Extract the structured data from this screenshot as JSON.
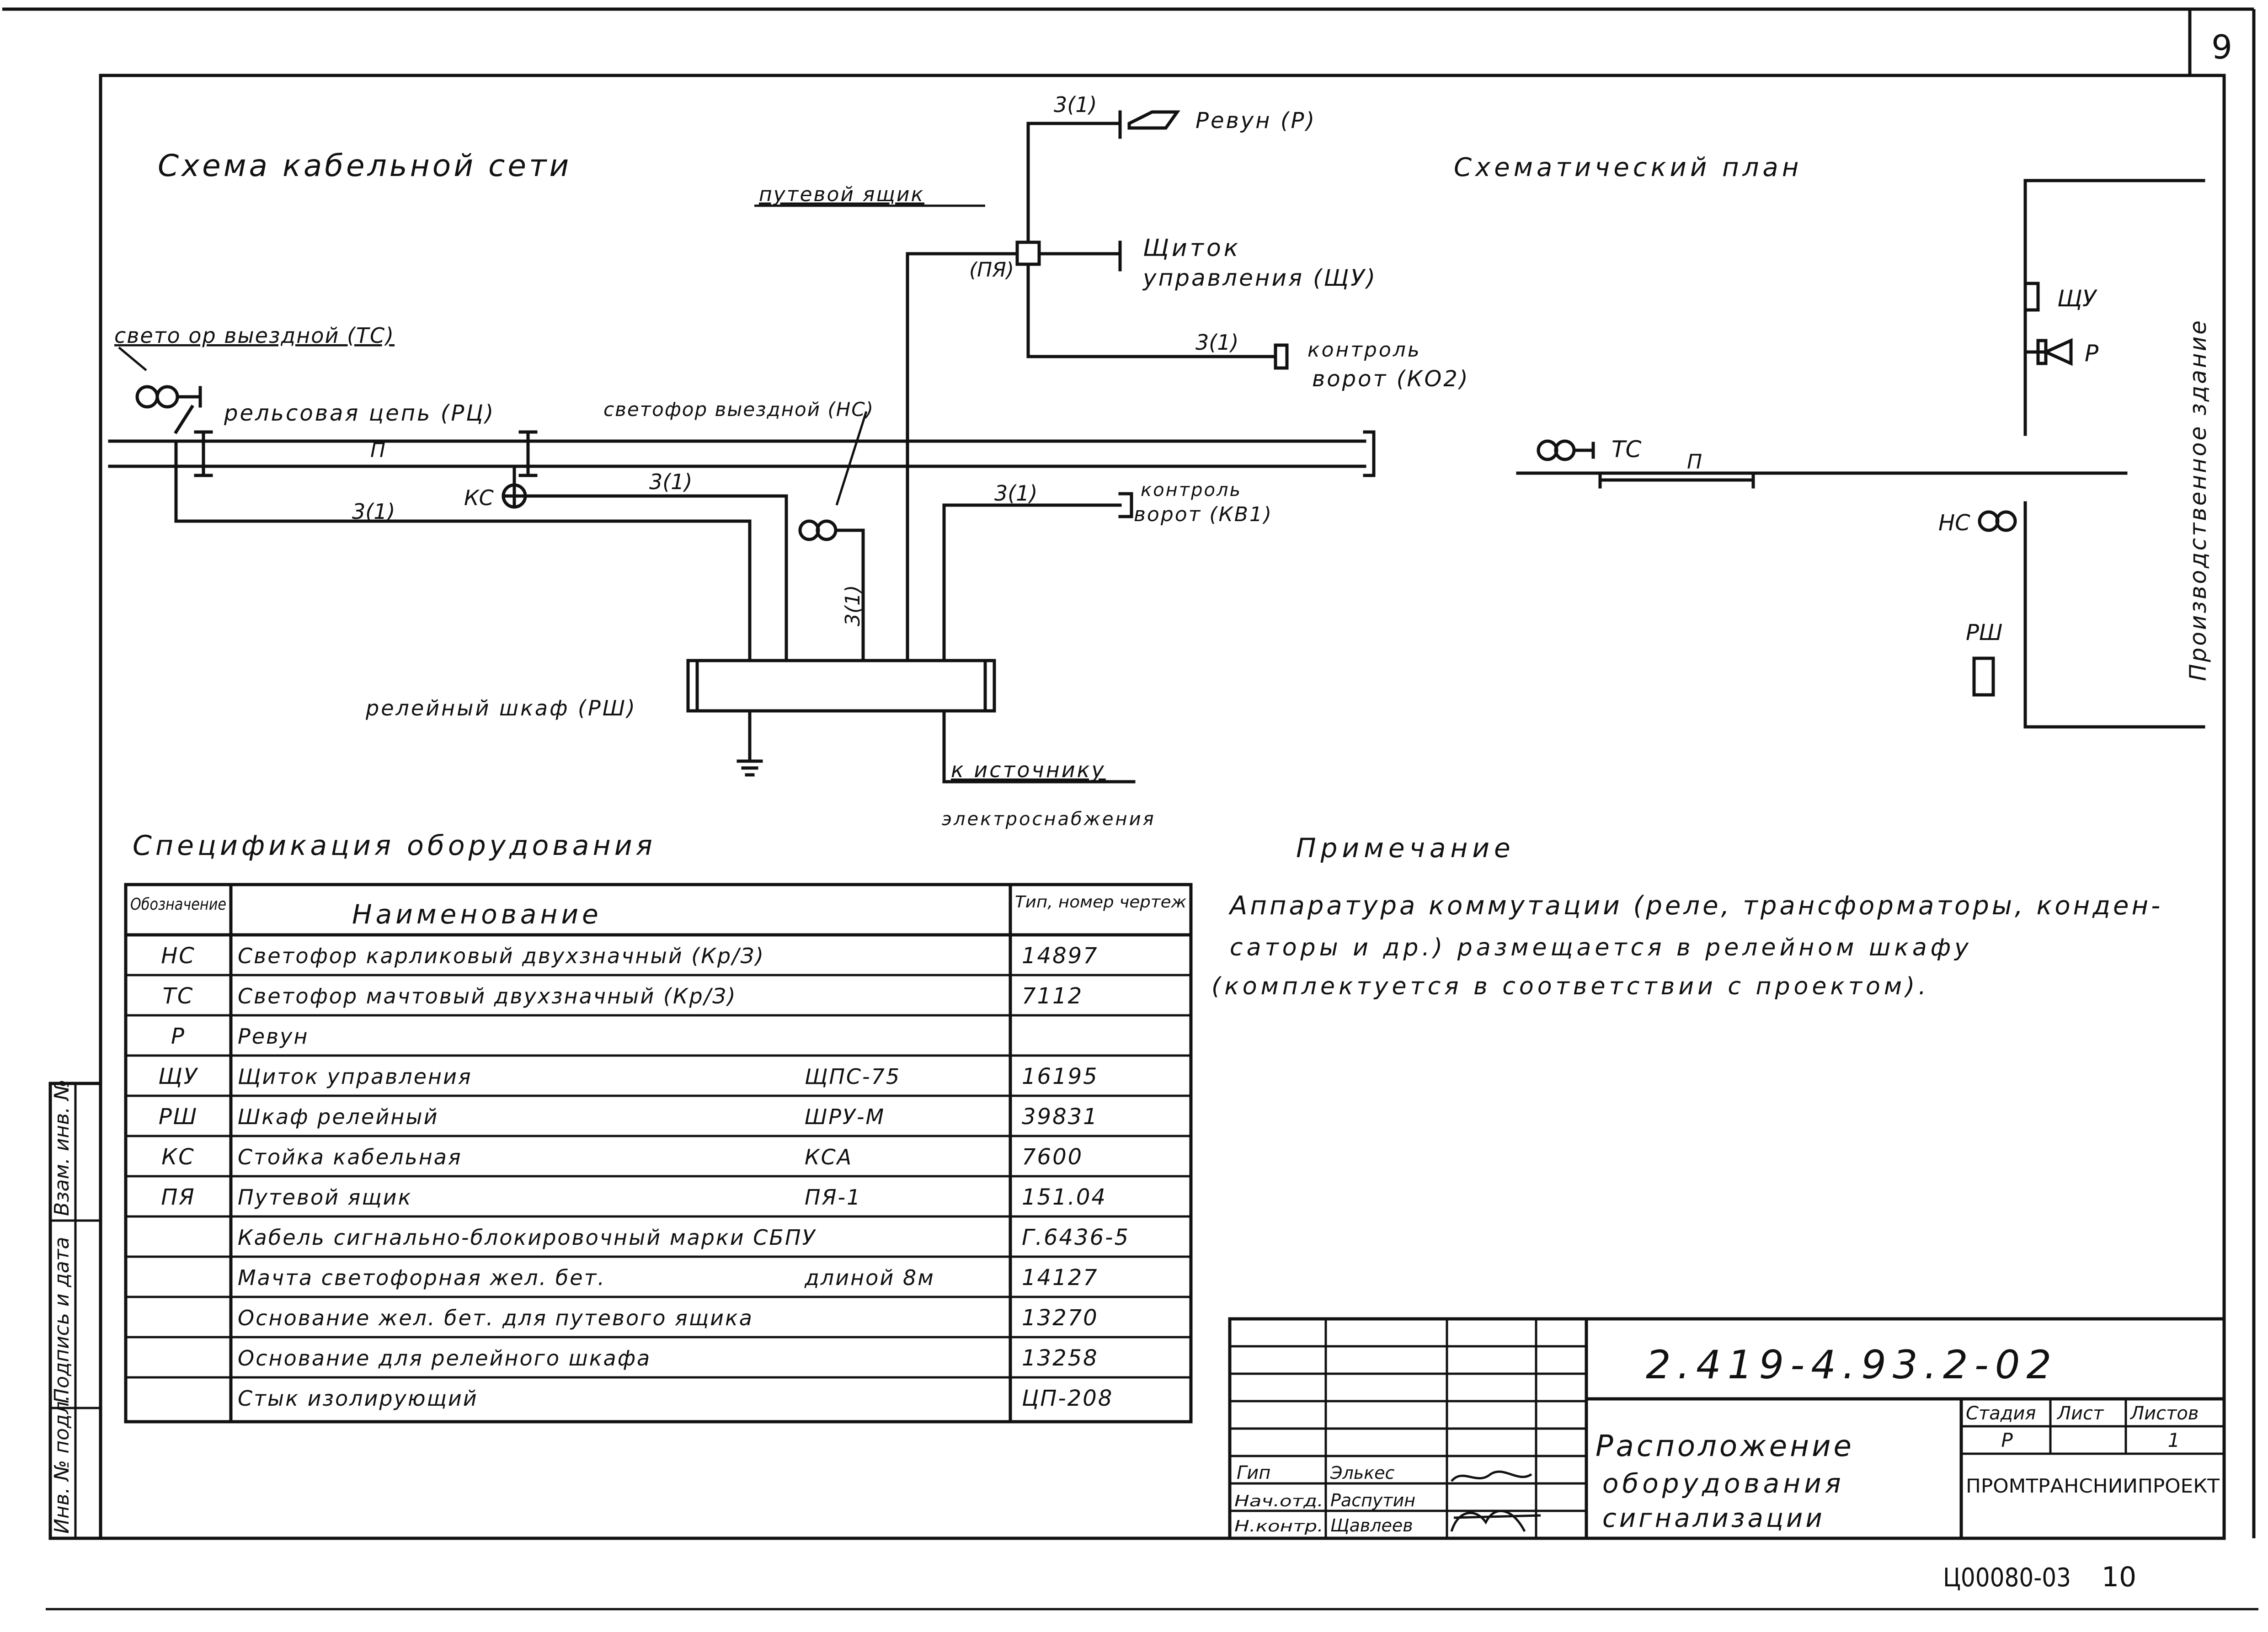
{
  "sheet": {
    "page_number": "9",
    "bottom_code": "Ц00080-03",
    "bottom_page": "10"
  },
  "titles": {
    "cable_network": "Схема кабельной сети",
    "schematic_plan": "Схематический план",
    "spec": "Спецификация оборудования",
    "note_heading": "Примечание"
  },
  "cable_diagram": {
    "revun": "Ревун (Р)",
    "track_box": "путевой ящик",
    "track_box_code": "(ПЯ)",
    "panel_line1": "Щиток",
    "panel_line2": "управления (ЩУ)",
    "gate_ko2_line1": "контроль",
    "gate_ko2_line2": "ворот (КО2)",
    "gate_kv1_line1": "контроль",
    "gate_kv1_line2": "ворот (КВ1)",
    "signal_exit_mast": "свето ор выездной (ТС)",
    "rail_circuit": "рельсовая цепь (РЦ)",
    "signal_exit_dwarf": "светофор выездной (НС)",
    "track_label": "П",
    "cable_stand": "КС",
    "relay_cabinet": "релейный шкаф (РШ)",
    "power_line1": "к источнику",
    "power_line2": "электроснабжения",
    "cable_3_1": "3(1)"
  },
  "plan": {
    "panel": "ЩУ",
    "revun": "Р",
    "signal_mast": "ТС",
    "track": "П",
    "signal_dwarf": "НС",
    "relay_cabinet": "РШ",
    "building": "Производственное здание"
  },
  "spec_table": {
    "headers": [
      "Обозначение",
      "Наименование",
      "Тип, номер чертеж"
    ],
    "rows": [
      {
        "code": "НС",
        "name": "Светофор карликовый двухзначный (Кр/З)",
        "model": "",
        "type": "14897"
      },
      {
        "code": "ТС",
        "name": "Светофор мачтовый двухзначный (Кр/З)",
        "model": "",
        "type": "7112"
      },
      {
        "code": "Р",
        "name": "Ревун",
        "model": "",
        "type": ""
      },
      {
        "code": "ЩУ",
        "name": "Щиток управления",
        "model": "ЩПС-75",
        "type": "16195"
      },
      {
        "code": "РШ",
        "name": "Шкаф релейный",
        "model": "ШРУ-М",
        "type": "39831"
      },
      {
        "code": "КС",
        "name": "Стойка кабельная",
        "model": "КСА",
        "type": "7600"
      },
      {
        "code": "ПЯ",
        "name": "Путевой ящик",
        "model": "ПЯ-1",
        "type": "151.04"
      },
      {
        "code": "",
        "name": "Кабель сигнально-блокировочный марки СБПУ",
        "model": "",
        "type": "Г.6436-5"
      },
      {
        "code": "",
        "name": "Мачта светофорная жел. бет.",
        "model": "длиной 8м",
        "type": "14127"
      },
      {
        "code": "",
        "name": "Основание жел. бет. для путевого ящика",
        "model": "",
        "type": "13270"
      },
      {
        "code": "",
        "name": "Основание для релейного шкафа",
        "model": "",
        "type": "13258"
      },
      {
        "code": "",
        "name": "Стык изолирующий",
        "model": "",
        "type": "ЦП-208"
      }
    ]
  },
  "note": {
    "line1": "Аппаратура коммутации (реле, трансформаторы, конден-",
    "line2": "саторы и др.) размещается в релейном шкафу",
    "line3": "(комплектуется в соответствии с проектом)."
  },
  "stamp": {
    "doc_code": "2.419-4.93.2-02",
    "title_line1": "Расположение",
    "title_line2": "оборудования",
    "title_line3": "сигнализации",
    "stage_header": "Стадия",
    "sheet_header": "Лист",
    "sheets_header": "Листов",
    "stage_value": "Р",
    "sheet_value": "",
    "sheets_value": "1",
    "org": "ПРОМТРАНСНИИПРОЕКТ",
    "roles": [
      {
        "role": "Гип",
        "name": "Элькес"
      },
      {
        "role": "Нач.отд.",
        "name": "Распутин"
      },
      {
        "role": "Н.контр.",
        "name": "Щавлеев"
      }
    ]
  },
  "side_stamp": {
    "inv": "Инв. № подл.",
    "sign_date": "Подпись и дата",
    "replace_inv": "Взам. инв. №"
  }
}
